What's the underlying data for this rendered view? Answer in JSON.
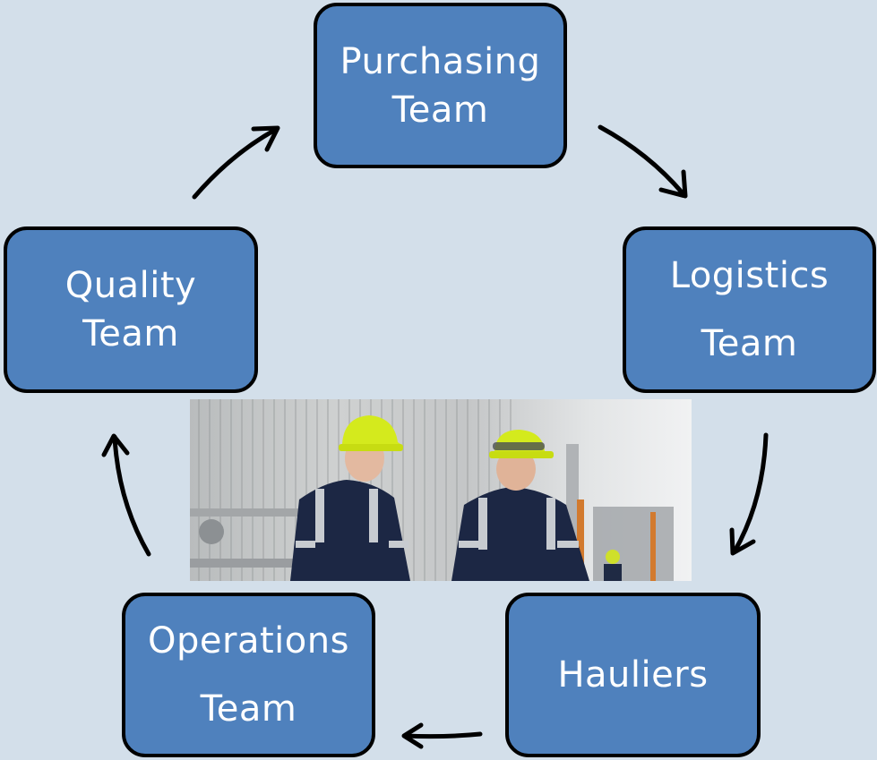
{
  "diagram": {
    "nodes": [
      {
        "id": "purchasing",
        "lines": [
          "Purchasing",
          "Team"
        ]
      },
      {
        "id": "logistics",
        "lines": [
          "Logistics",
          "Team"
        ]
      },
      {
        "id": "hauliers",
        "lines": [
          "Hauliers"
        ]
      },
      {
        "id": "operations",
        "lines": [
          "Operations",
          "Team"
        ]
      },
      {
        "id": "quality",
        "lines": [
          "Quality",
          "Team"
        ]
      }
    ],
    "edges": [
      {
        "from": "purchasing",
        "to": "logistics"
      },
      {
        "from": "logistics",
        "to": "hauliers"
      },
      {
        "from": "hauliers",
        "to": "operations"
      },
      {
        "from": "operations",
        "to": "quality"
      },
      {
        "from": "quality",
        "to": "purchasing"
      }
    ]
  },
  "photo": {
    "icon": "workers-photo"
  },
  "colors": {
    "background": "#d3dfea",
    "box_fill": "#4f81bd",
    "box_border": "#000000",
    "box_text": "#ffffff",
    "arrow": "#000000"
  }
}
